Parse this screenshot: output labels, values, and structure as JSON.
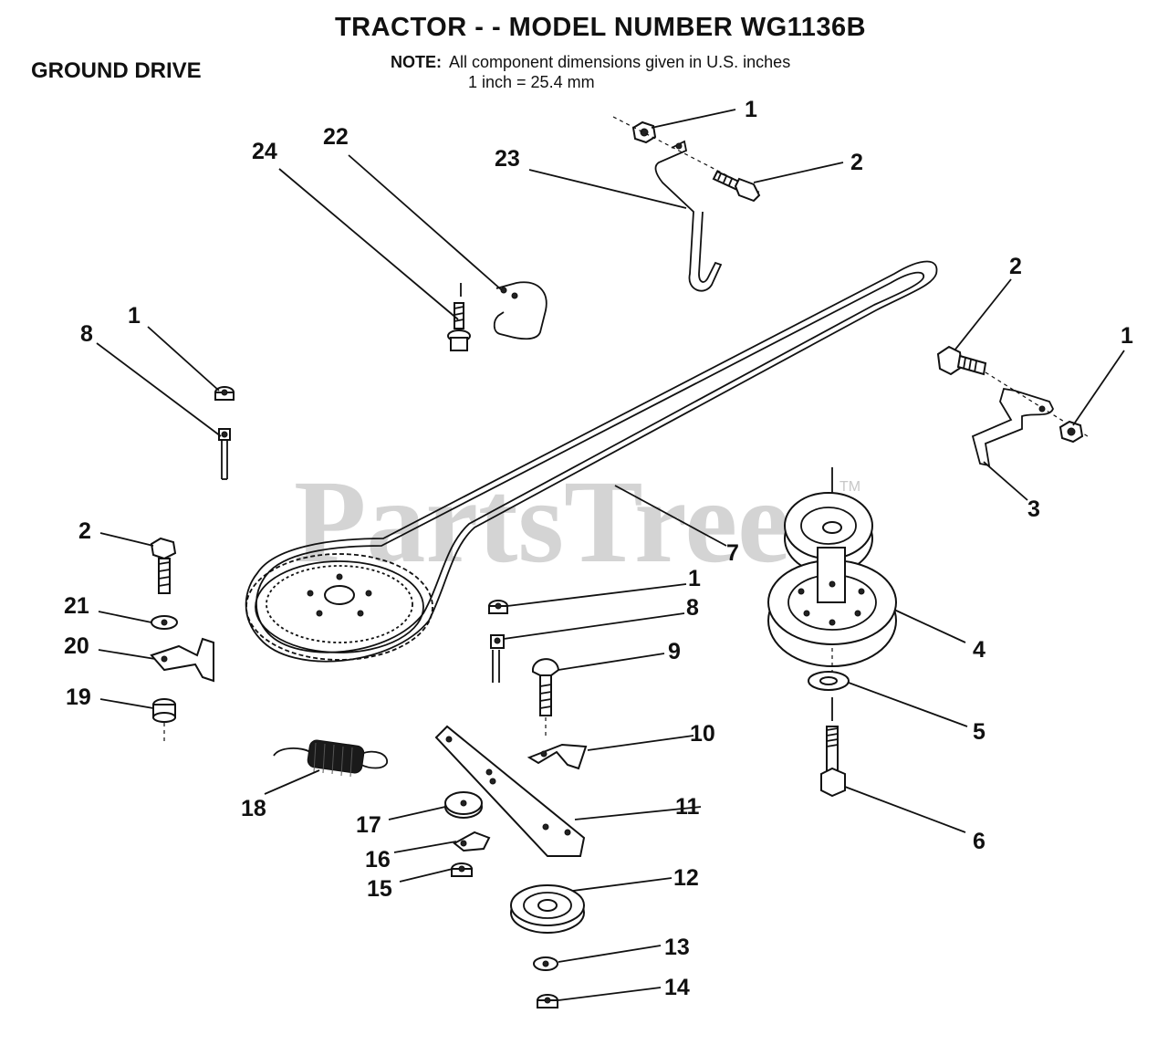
{
  "title": "TRACTOR - - MODEL NUMBER  WG1136B",
  "section": "GROUND DRIVE",
  "note": {
    "label": "NOTE:",
    "line1": "All component dimensions given in U.S. inches",
    "line2": "1 inch = 25.4 mm"
  },
  "watermark": "PartsTree",
  "trademark": "TM",
  "callouts": {
    "c1a": "1",
    "c2a": "2",
    "c23": "23",
    "c22": "22",
    "c24": "24",
    "c1b": "1",
    "c8a": "8",
    "c2b": "2",
    "c1c": "1",
    "c3": "3",
    "c7": "7",
    "c2c": "2",
    "c21": "21",
    "c20": "20",
    "c19": "19",
    "c1d": "1",
    "c8b": "8",
    "c9": "9",
    "c4": "4",
    "c5": "5",
    "c10": "10",
    "c6": "6",
    "c18": "18",
    "c11": "11",
    "c17": "17",
    "c16": "16",
    "c15": "15",
    "c12": "12",
    "c13": "13",
    "c14": "14"
  }
}
